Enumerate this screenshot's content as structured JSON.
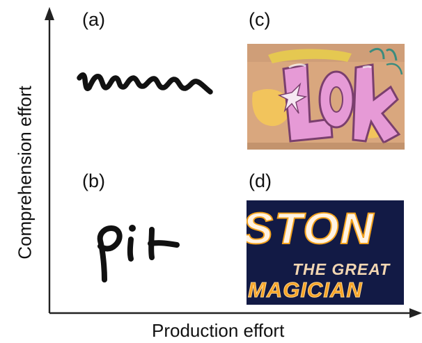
{
  "axes": {
    "x_label": "Production effort",
    "y_label": "Comprehension effort"
  },
  "panels": {
    "a": {
      "label": "(a)",
      "content": "cursive scribble"
    },
    "b": {
      "label": "(b)",
      "content": "handwritten pik"
    },
    "c": {
      "label": "(c)",
      "content": "graffiti lettering"
    },
    "d": {
      "label": "(d)",
      "content": "magician poster"
    }
  },
  "poster": {
    "line1": "STON",
    "line2": "THE GREAT",
    "line3": "MAGICIAN"
  },
  "graffiti": {
    "lettering": "LOK"
  },
  "colors": {
    "ink": "#111111",
    "axis": "#222222",
    "poster_bg": "#121a45",
    "poster_orange": "#f4a21c",
    "graffiti_wall": "#d9a77e",
    "graffiti_pink": "#e69ad6"
  }
}
